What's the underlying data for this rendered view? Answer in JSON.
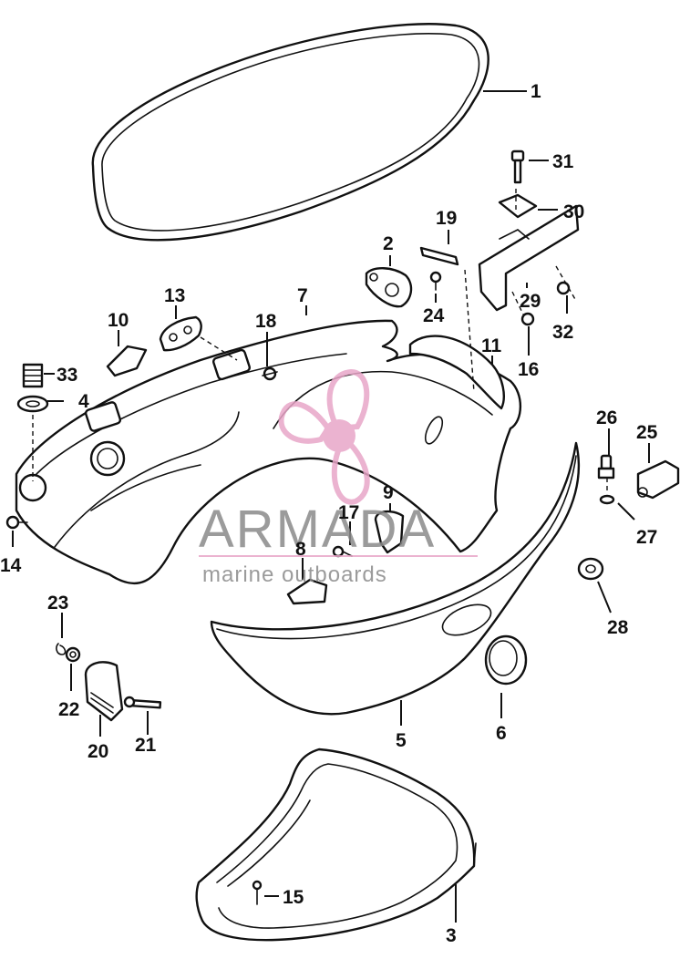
{
  "watermark": {
    "brand": "ARMADA",
    "tagline": "marine outboards",
    "logo_color": "#e8a6c8",
    "text_color": "#8a8a8a"
  },
  "callouts": [
    "1",
    "2",
    "3",
    "4",
    "5",
    "6",
    "7",
    "8",
    "9",
    "10",
    "11",
    "13",
    "14",
    "15",
    "16",
    "17",
    "18",
    "19",
    "20",
    "21",
    "22",
    "23",
    "24",
    "25",
    "26",
    "27",
    "28",
    "29",
    "30",
    "31",
    "32",
    "33"
  ]
}
